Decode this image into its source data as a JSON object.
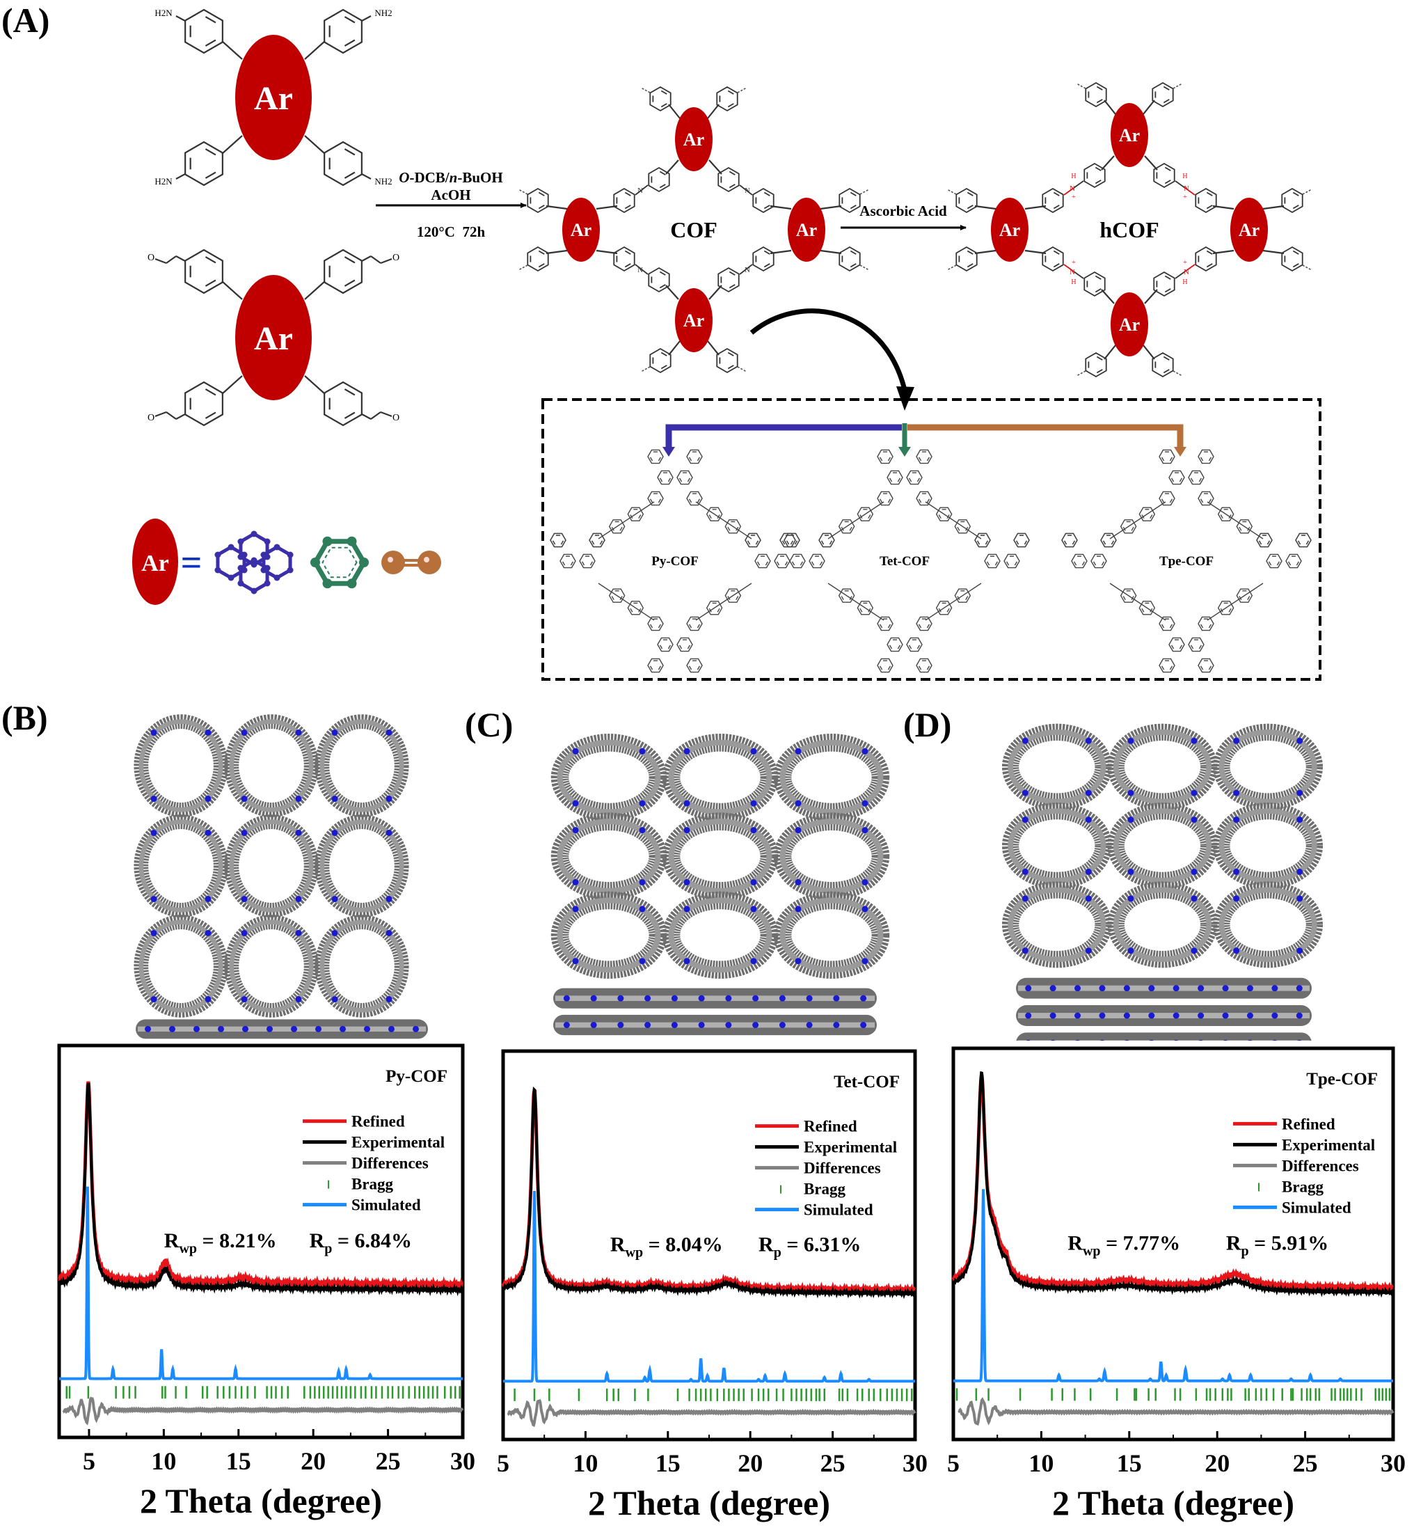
{
  "panels": {
    "A": {
      "label": "(A)",
      "ar_label": "Ar",
      "amine_groups": [
        "H2N",
        "NH2",
        "H2N",
        "NH2"
      ],
      "aldehyde_symbol": "O",
      "reaction_step1": {
        "solvent": "O-DCB/n-BuOH",
        "solvent_prefix": "O",
        "solvent_mid": "-DCB/",
        "solvent_n": "n",
        "solvent_suffix": "-BuOH",
        "catalyst": "AcOH",
        "conditions": "120°C  72h"
      },
      "cof_label": "COF",
      "reaction_step2": {
        "reagent": "Ascorbic Acid"
      },
      "hcof_label": "hCOF",
      "imine_atom": "N",
      "protonated_labels": {
        "h": "H",
        "n": "N",
        "plus": "+"
      },
      "branch_colors": {
        "py": "#3a2fa8",
        "tet": "#2e7d5b",
        "tpe": "#b8703a"
      },
      "structures": [
        {
          "name": "Py-COF",
          "color": "#3a2fa8"
        },
        {
          "name": "Tet-COF",
          "color": "#2e7d5b"
        },
        {
          "name": "Tpe-COF",
          "color": "#b8703a"
        }
      ],
      "ar_equals": "=",
      "ar_color": "#c00000"
    },
    "B": {
      "label": "(B)"
    },
    "C": {
      "label": "(C)"
    },
    "D": {
      "label": "(D)"
    }
  },
  "colors": {
    "refined": "#e8161b",
    "experimental": "#000000",
    "differences": "#808080",
    "bragg": "#2a9a2a",
    "simulated": "#1a8cff",
    "framework_carbon": "#6e6e6e",
    "framework_nitrogen": "#1a1ad0"
  },
  "chart_data": [
    {
      "type": "line",
      "title": "Py-COF",
      "xlabel": "2 Theta (degree)",
      "ylabel": "",
      "xlim": [
        3,
        30
      ],
      "xticks": [
        5,
        10,
        15,
        20,
        25,
        30
      ],
      "legend": [
        "Refined",
        "Experimental",
        "Differences",
        "Bragg",
        "Simulated"
      ],
      "legend_position": "right",
      "annotations": {
        "rwp": "8.21%",
        "rp": "6.84%"
      },
      "series": [
        {
          "name": "Experimental",
          "peaks": [
            [
              4.95,
              1.0,
              0.25
            ],
            [
              10.1,
              0.09,
              0.35
            ],
            [
              15.3,
              0.02,
              0.6
            ]
          ],
          "baseline": 0.0
        },
        {
          "name": "Refined",
          "peaks": [
            [
              4.95,
              0.98,
              0.25
            ],
            [
              10.1,
              0.1,
              0.35
            ],
            [
              15.3,
              0.025,
              0.6
            ]
          ],
          "baseline": 0.01
        },
        {
          "name": "Simulated",
          "peaks": [
            [
              4.9,
              1.0
            ],
            [
              6.6,
              0.05
            ],
            [
              9.85,
              0.15
            ],
            [
              10.6,
              0.05
            ],
            [
              14.8,
              0.05
            ],
            [
              21.7,
              0.04
            ],
            [
              22.2,
              0.05
            ],
            [
              23.8,
              0.02
            ]
          ]
        },
        {
          "name": "Bragg",
          "positions": [
            3.5,
            3.7,
            4.95,
            6.8,
            7.3,
            7.7,
            8.1,
            9.9,
            10.1,
            10.8,
            11.5,
            12.6,
            12.9,
            13.6,
            14.0,
            14.4,
            14.8,
            15.2,
            15.6,
            16.1,
            16.9,
            17.2,
            17.5,
            17.9,
            18.3,
            19.4,
            19.8,
            20.1,
            20.4,
            20.7,
            21.0,
            21.3,
            21.6,
            21.9,
            22.2,
            22.5,
            22.8,
            23.2,
            23.5,
            23.9,
            24.2,
            24.6,
            25.0,
            25.3,
            25.7,
            26.0,
            26.4,
            26.8,
            27.1,
            27.4,
            27.7,
            28.0,
            28.3,
            28.8,
            29.2,
            29.5,
            29.8
          ]
        },
        {
          "name": "Differences",
          "oscillation_center": 5.0
        }
      ]
    },
    {
      "type": "line",
      "title": "Tet-COF",
      "xlabel": "2 Theta (degree)",
      "ylabel": "",
      "xlim": [
        5,
        30
      ],
      "xticks": [
        5,
        10,
        15,
        20,
        25,
        30
      ],
      "legend": [
        "Refined",
        "Experimental",
        "Differences",
        "Bragg",
        "Simulated"
      ],
      "legend_position": "right",
      "annotations": {
        "rwp": "8.04%",
        "rp": "6.31%"
      },
      "series": [
        {
          "name": "Experimental",
          "peaks": [
            [
              6.9,
              1.0,
              0.22
            ],
            [
              11.2,
              0.02,
              0.6
            ],
            [
              14.2,
              0.02,
              0.7
            ],
            [
              18.6,
              0.04,
              0.8
            ]
          ],
          "baseline": 0.0
        },
        {
          "name": "Refined",
          "peaks": [
            [
              6.9,
              0.98,
              0.22
            ],
            [
              11.2,
              0.02,
              0.6
            ],
            [
              14.2,
              0.02,
              0.7
            ],
            [
              18.6,
              0.04,
              0.8
            ]
          ],
          "baseline": 0.0
        },
        {
          "name": "Simulated",
          "peaks": [
            [
              6.9,
              1.0
            ],
            [
              11.3,
              0.04
            ],
            [
              13.6,
              0.02
            ],
            [
              13.9,
              0.06
            ],
            [
              16.4,
              0.01
            ],
            [
              17.0,
              0.12
            ],
            [
              17.4,
              0.03
            ],
            [
              18.4,
              0.07
            ],
            [
              20.5,
              0.01
            ],
            [
              20.9,
              0.03
            ],
            [
              22.1,
              0.04
            ],
            [
              24.5,
              0.02
            ],
            [
              25.5,
              0.04
            ],
            [
              27.2,
              0.01
            ]
          ]
        },
        {
          "name": "Bragg",
          "positions": [
            5.7,
            6.9,
            7.8,
            9.6,
            11.3,
            11.7,
            12.0,
            13.0,
            13.8,
            15.6,
            16.3,
            16.7,
            17.0,
            17.3,
            17.6,
            18.0,
            18.4,
            18.7,
            19.0,
            19.3,
            19.6,
            20.1,
            20.5,
            20.8,
            21.1,
            21.6,
            22.0,
            22.5,
            22.8,
            23.1,
            23.4,
            23.7,
            24.0,
            24.2,
            24.5,
            25.4,
            25.6,
            25.9,
            26.5,
            26.8,
            27.2,
            27.5,
            27.9,
            28.3,
            28.6,
            28.9,
            29.2,
            29.5,
            29.8
          ]
        },
        {
          "name": "Differences",
          "oscillation_center": 7.0
        }
      ]
    },
    {
      "type": "line",
      "title": "Tpe-COF",
      "xlabel": "2 Theta (degree)",
      "ylabel": "",
      "xlim": [
        5,
        30
      ],
      "xticks": [
        5,
        10,
        15,
        20,
        25,
        30
      ],
      "legend": [
        "Refined",
        "Experimental",
        "Differences",
        "Bragg",
        "Simulated"
      ],
      "legend_position": "right",
      "annotations": {
        "rwp": "7.77%",
        "rp": "5.91%"
      },
      "series": [
        {
          "name": "Experimental",
          "peaks": [
            [
              6.6,
              1.0,
              0.25
            ],
            [
              7.3,
              0.2,
              0.5
            ],
            [
              8.0,
              0.06,
              0.2
            ],
            [
              14.8,
              0.02,
              1.2
            ],
            [
              21.0,
              0.05,
              1.0
            ]
          ],
          "baseline": 0.0
        },
        {
          "name": "Refined",
          "peaks": [
            [
              6.6,
              0.95,
              0.25
            ],
            [
              7.3,
              0.22,
              0.5
            ],
            [
              8.0,
              0.06,
              0.2
            ],
            [
              14.8,
              0.025,
              1.2
            ],
            [
              21.0,
              0.06,
              1.0
            ]
          ],
          "baseline": 0.005
        },
        {
          "name": "Simulated",
          "peaks": [
            [
              6.7,
              1.0
            ],
            [
              11.0,
              0.03
            ],
            [
              13.3,
              0.01
            ],
            [
              13.6,
              0.05
            ],
            [
              16.2,
              0.01
            ],
            [
              16.8,
              0.1
            ],
            [
              17.1,
              0.03
            ],
            [
              18.2,
              0.06
            ],
            [
              20.3,
              0.01
            ],
            [
              20.7,
              0.03
            ],
            [
              21.9,
              0.03
            ],
            [
              24.2,
              0.01
            ],
            [
              25.3,
              0.03
            ],
            [
              27.0,
              0.01
            ]
          ]
        },
        {
          "name": "Bragg",
          "positions": [
            5.2,
            6.3,
            7.0,
            8.8,
            10.6,
            11.2,
            11.9,
            12.8,
            14.3,
            15.3,
            15.4,
            16.1,
            16.5,
            17.6,
            17.9,
            18.8,
            19.4,
            19.6,
            19.9,
            20.3,
            20.6,
            20.8,
            21.6,
            21.8,
            22.2,
            22.5,
            22.8,
            23.2,
            23.7,
            24.2,
            24.3,
            24.8,
            25.1,
            25.3,
            25.6,
            25.8,
            26.5,
            26.7,
            27.0,
            27.2,
            27.4,
            27.6,
            27.9,
            28.2,
            29.0,
            29.2,
            29.4,
            29.6,
            29.8
          ]
        },
        {
          "name": "Differences",
          "oscillation_center": 6.5
        }
      ]
    }
  ]
}
